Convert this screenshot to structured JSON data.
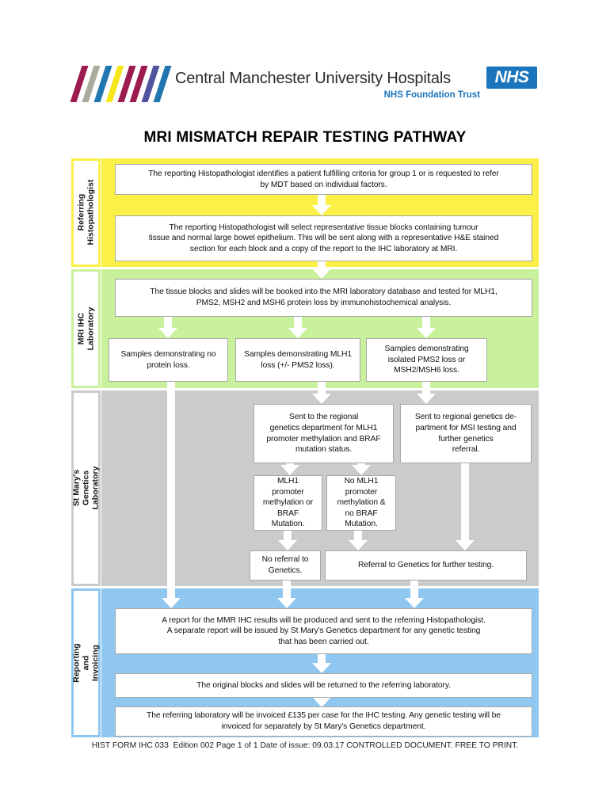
{
  "header": {
    "org_name": "Central Manchester University Hospitals",
    "nhs_logo_text": "NHS",
    "trust_name": "NHS Foundation Trust"
  },
  "title": "MRI MISMATCH REPAIR TESTING PATHWAY",
  "sidebar_labels": {
    "band1": "Referring\nHistopathologist",
    "band2": "MRI IHC Laboratory",
    "band3": "St Mary's Genetics Laboratory",
    "band4": "Reporting and\nInvoicing"
  },
  "colors": {
    "band1_yellow": "#FAF046",
    "band2_green": "#C9F09B",
    "band3_gray": "#CBCBCB",
    "band4_blue": "#8FC7F0",
    "nhs_blue": "#1B75BC",
    "stripes": [
      "#9C1C50",
      "#A9AB9E",
      "#2077B0",
      "#F6E71D",
      "#9C1C50",
      "#9C1C50",
      "#50549F",
      "#2077B0"
    ]
  },
  "flowchart": {
    "boxes": {
      "identify": "The reporting Histopathologist identifies a patient fulfilling criteria for group 1 or is requested to refer\nby MDT based on individual factors.",
      "select_blocks": "The reporting Histopathologist will select representative tissue blocks containing tumour\ntissue and normal large bowel epithelium. This will be sent along with a representative H&E stained\nsection for each block and a copy of the report to the IHC laboratory at MRI.",
      "book_in": "The tissue blocks and slides will be booked into the MRI laboratory database and tested for MLH1,\nPMS2, MSH2 and MSH6 protein loss by immunohistochemical analysis.",
      "no_loss": "Samples demonstrating no\nprotein loss.",
      "mlh1_loss": "Samples demonstrating MLH1\nloss (+/- PMS2 loss).",
      "pms2_msh_loss": "Samples demonstrating\nisolated PMS2 loss or\nMSH2/MSH6 loss.",
      "sent_mlh1": "Sent to the regional\ngenetics department for MLH1\npromoter methylation and BRAF\nmutation status.",
      "sent_msi": "Sent to regional genetics de-\npartment for MSI testing and\nfurther genetics\nreferral.",
      "methylation_pos": "MLH1\npromoter\nmethylation or\nBRAF\nMutation.",
      "methylation_neg": "No MLH1\npromoter\nmethylation &\nno BRAF\nMutation.",
      "no_referral": "No referral to\nGenetics.",
      "referral": "Referral to Genetics for further testing.",
      "report": "A report for the MMR IHC results will be produced and sent to the referring Histopathologist.\nA separate report will be issued by St Mary's Genetics department for any genetic testing\nthat has been carried out.",
      "return_blocks": "The original blocks and slides will be returned to the referring laboratory.",
      "invoice": "The referring laboratory will be invoiced £135 per case for the IHC testing. Any genetic testing will be\ninvoiced for separately by St Mary's Genetics department."
    }
  },
  "footer": "HIST FORM IHC 033  Edition 002 Page 1 of 1 Date of issue: 09.03.17 CONTROLLED DOCUMENT. FREE TO PRINT."
}
